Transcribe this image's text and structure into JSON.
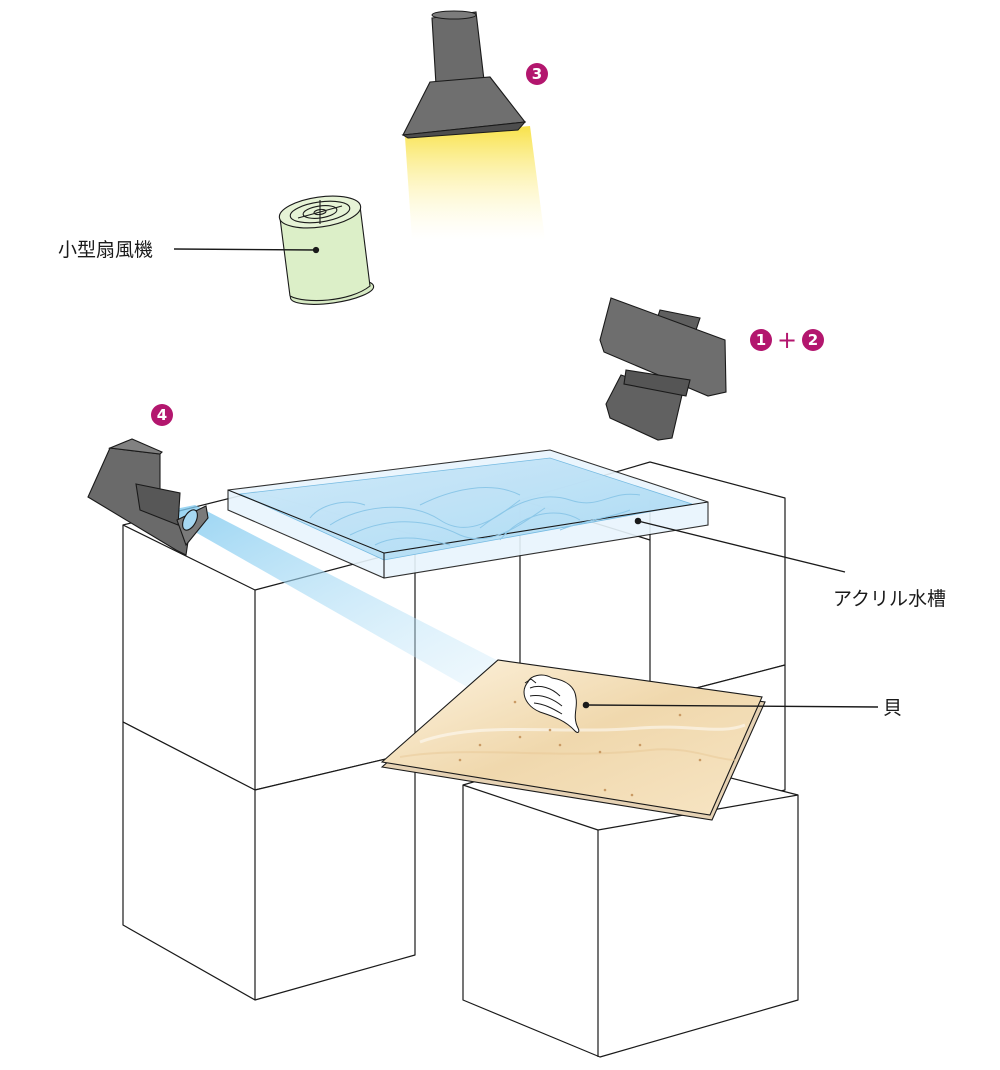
{
  "labels": {
    "fan": "小型扇風機",
    "tank": "アクリル水槽",
    "shell": "貝"
  },
  "markers": {
    "light_top": "3",
    "camera_1": "1",
    "camera_plus": "+",
    "camera_2": "2",
    "projector": "4"
  },
  "colors": {
    "marker": "#b3166e",
    "water": "#bfe3f7",
    "sand": "#f2dcb6",
    "light_beam": "#fbe56a",
    "projector_beam": "#8fd0f0",
    "fan_body": "#dcefc8",
    "device_gray": "#6b6b6b"
  },
  "icons": {
    "top_light": "spotlight-icon",
    "fan": "fan-icon",
    "camera": "camera-icon",
    "projector": "projector-icon",
    "shell": "shell-icon"
  }
}
